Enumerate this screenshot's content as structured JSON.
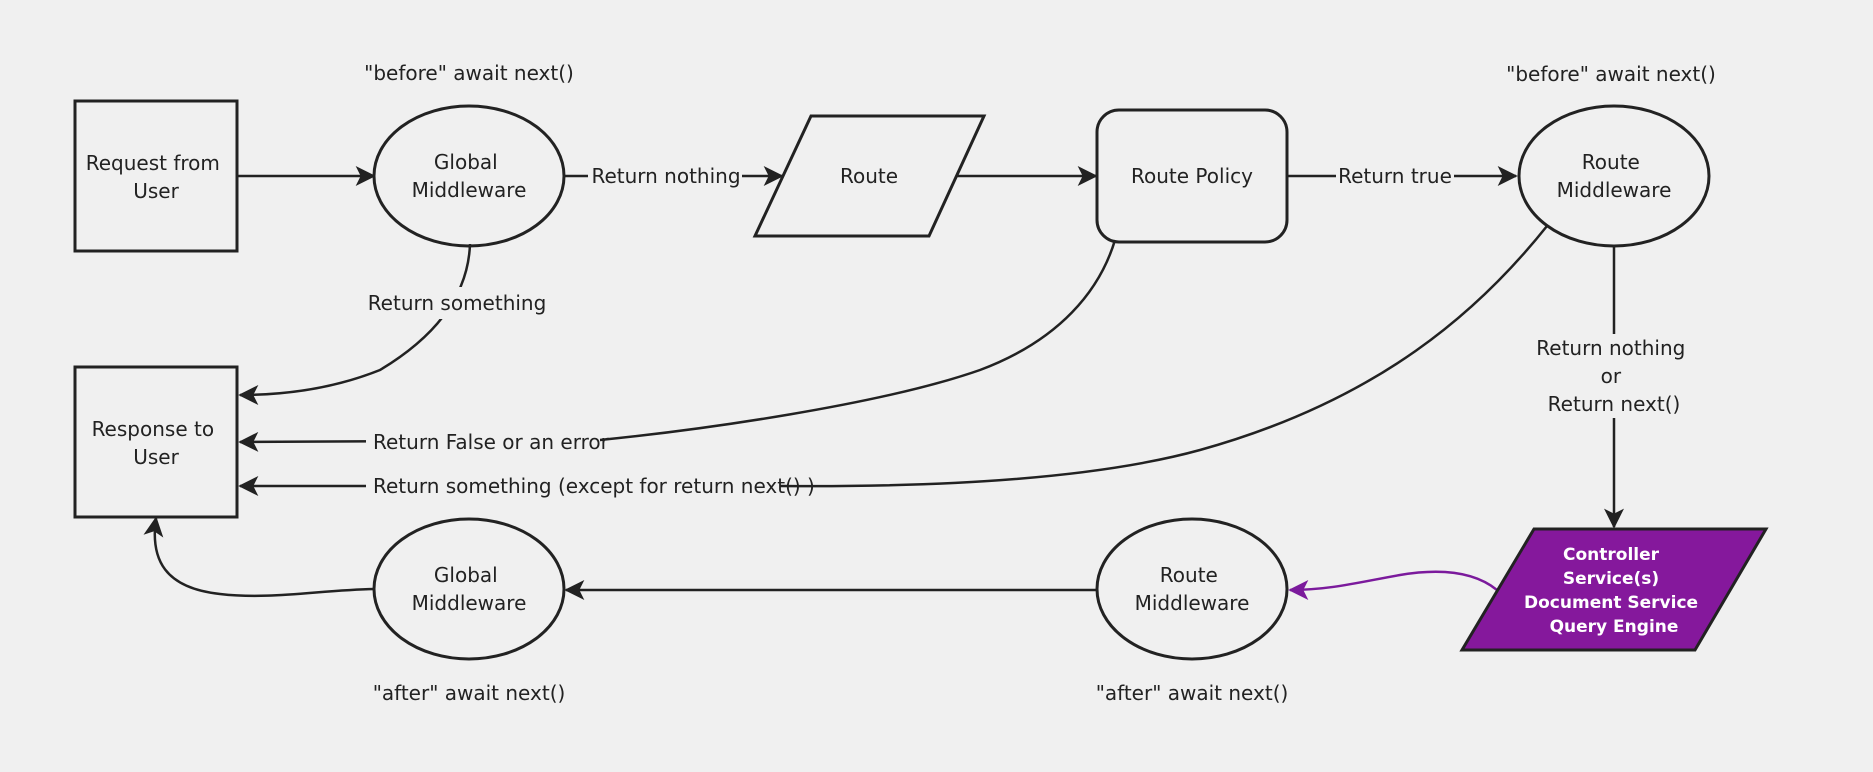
{
  "nodes": {
    "request": [
      "Request from",
      "User"
    ],
    "global_mw_before": [
      "Global",
      "Middleware"
    ],
    "route": [
      "Route"
    ],
    "route_policy": [
      "Route Policy"
    ],
    "route_mw_before": [
      "Route",
      "Middleware"
    ],
    "response": [
      "Response to",
      "User"
    ],
    "controller": [
      "Controller",
      "Service(s)",
      "Document Service",
      "Query Engine"
    ],
    "route_mw_after": [
      "Route",
      "Middleware"
    ],
    "global_mw_after": [
      "Global",
      "Middleware"
    ]
  },
  "annotations": {
    "before_global": "\"before\" await next()",
    "before_route": "\"before\" await next()",
    "after_route": "\"after\" await next()",
    "after_global": "\"after\" await next()"
  },
  "edges": {
    "global_to_route": "Return nothing",
    "global_return_something": "Return something",
    "policy_to_route_mw": "Return true",
    "policy_false": "Return False or an error",
    "route_mw_return_something": "Return something (except for return next() )",
    "route_mw_to_controller": [
      "Return nothing",
      "or",
      "Return next()"
    ]
  },
  "colors": {
    "stroke": "#222222",
    "background": "#f0f0f0",
    "controller_fill": "#85189c",
    "controller_arrow": "#7b1a9c"
  }
}
